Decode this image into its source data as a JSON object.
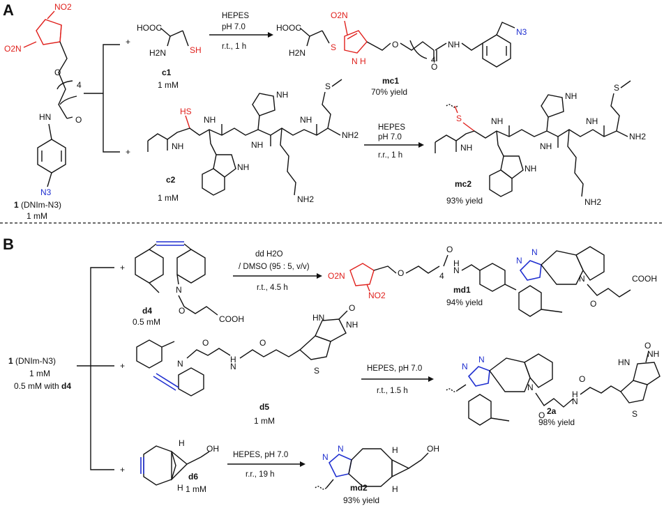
{
  "panels": {
    "a": "A",
    "b": "B"
  },
  "colors": {
    "nitro": "#e0201c",
    "azide_triazole": "#1f2fd0",
    "ink": "#111111"
  },
  "reactant1": {
    "no2_top": "NO2",
    "no2_left": "O2N",
    "o": "O",
    "n4": "4",
    "hn": "HN",
    "o_carbonyl": "O",
    "n3": "N3",
    "name_bold": "1",
    "name_rest": " (DNIm-N3)",
    "conc": "1 mM"
  },
  "sectionA": {
    "c1": {
      "hooc": "HOOC",
      "h2n": "H2N",
      "sh": "SH",
      "name": "c1",
      "conc": "1 mM"
    },
    "c2": {
      "hs": "HS",
      "name": "c2",
      "conc": "1 mM",
      "nh2": "NH2",
      "nh2_lys": "NH2",
      "nh": "NH",
      "nh_ring": "NH",
      "s": "S"
    },
    "cond1": {
      "line1": "HEPES",
      "line2": "pH 7.0",
      "line3": "r.t., 1 h"
    },
    "cond2": {
      "line1": "HEPES",
      "line2": "pH 7.0",
      "line3": "r.r., 1 h"
    },
    "mc1": {
      "hooc": "HOOC",
      "h2n": "H2N",
      "s": "S",
      "no2": "O2N",
      "n_h": "N H",
      "o": "O",
      "n4": "4",
      "nh": "NH",
      "n3": "N3",
      "name": "mc1",
      "yield": "70% yield"
    },
    "mc2": {
      "s": "S",
      "nh2": "NH2",
      "nh2_lys": "NH2",
      "nh": "NH",
      "name": "mc2",
      "yield": "93% yield"
    }
  },
  "sectionB": {
    "d4": {
      "name": "d4",
      "conc": "0.5 mM",
      "cooh": "COOH",
      "n": "N",
      "o": "O"
    },
    "cond_d4": {
      "line1": "dd H2O",
      "line2": "/ DMSO (95 : 5, v/v)",
      "line3": "r.t., 4.5 h"
    },
    "md1": {
      "name": "md1",
      "yield": "94% yield",
      "no2a": "O2N",
      "no2b": "NO2",
      "o": "O",
      "n4": "4",
      "h": "H",
      "n": "N",
      "cooh": "COOH"
    },
    "left_label": {
      "name_bold": "1",
      "name_rest": " (DNIm-N3)",
      "line2": "1 mM",
      "line3": "0.5 mM with ",
      "line3_bold": "d4"
    },
    "d5": {
      "name": "d5",
      "conc": "1 mM",
      "n": "N",
      "h": "H",
      "hn": "HN",
      "nh": "NH",
      "s": "S",
      "o": "O"
    },
    "cond_d5": {
      "line1": "HEPES, pH 7.0",
      "line2": "r.t., 1.5 h"
    },
    "p2a": {
      "name": "2a",
      "yield": "98% yield",
      "n": "N",
      "h": "H",
      "hn": "HN",
      "nh": "NH",
      "s": "S",
      "o": "O"
    },
    "d6": {
      "name": "d6",
      "conc": "1 mM",
      "oh": "OH",
      "h": "H"
    },
    "cond_d6": {
      "line1": "HEPES, pH 7.0",
      "line2": "r.r., 19 h"
    },
    "md2": {
      "name": "md2",
      "yield": "93% yield",
      "oh": "OH",
      "h": "H",
      "n": "N"
    }
  },
  "plus": "+"
}
